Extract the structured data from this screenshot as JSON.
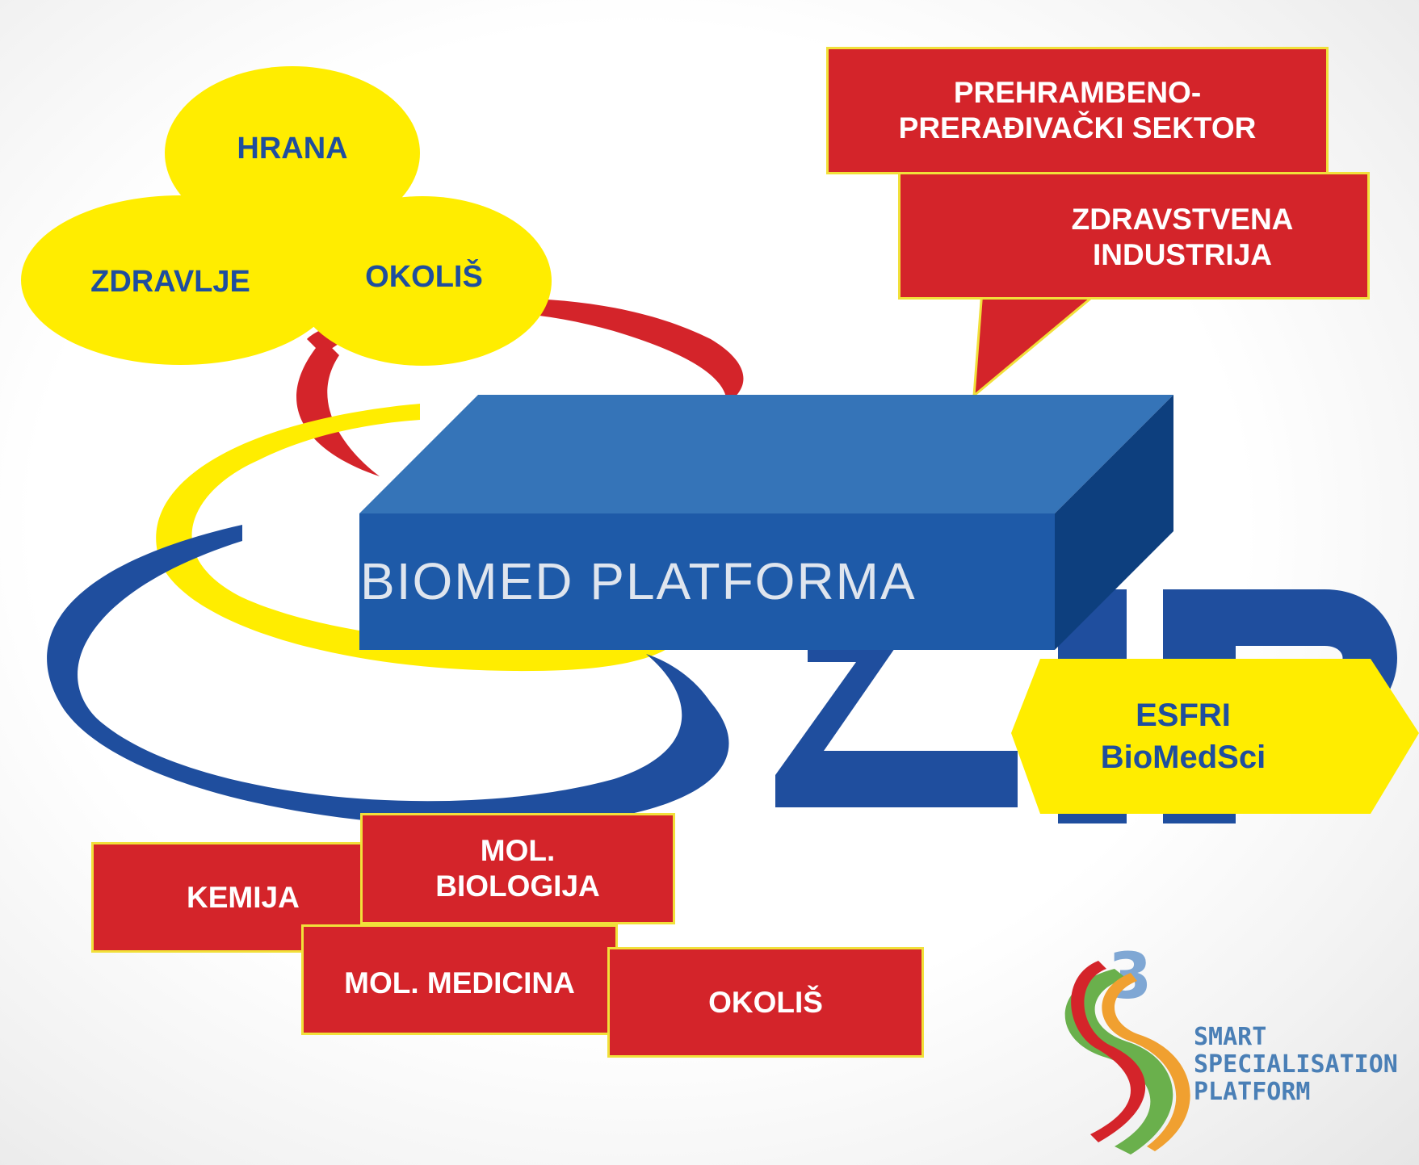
{
  "ellipses": {
    "hrana": "HRANA",
    "zdravlje": "ZDRAVLJE",
    "okolis": "OKOLIŠ"
  },
  "sectors": {
    "prehrambeno": "PREHRAMBENO-",
    "preradivacki": "PRERAĐIVAČKI SEKTOR",
    "zdravstvena": "ZDRAVSTVENA",
    "industrija": "INDUSTRIJA"
  },
  "platform": {
    "label": "BIOMED PLATFORMA"
  },
  "esfri": {
    "line1": "ESFRI",
    "line2": "BioMedSci"
  },
  "disciplines": {
    "kemija": "KEMIJA",
    "mol_biologija_1": "MOL.",
    "mol_biologija_2": "BIOLOGIJA",
    "mol_medicina": "MOL. MEDICINA",
    "okolis": "OKOLIŠ"
  },
  "s3_logo": {
    "line1": "SMART",
    "line2": "SPECIALISATION",
    "line3": "PLATFORM",
    "superscript": "3"
  },
  "colors": {
    "yellow": "#ffed00",
    "red": "#d4242a",
    "blue_dark": "#1f4e9e",
    "platform_blue": "#2f6bb5"
  }
}
